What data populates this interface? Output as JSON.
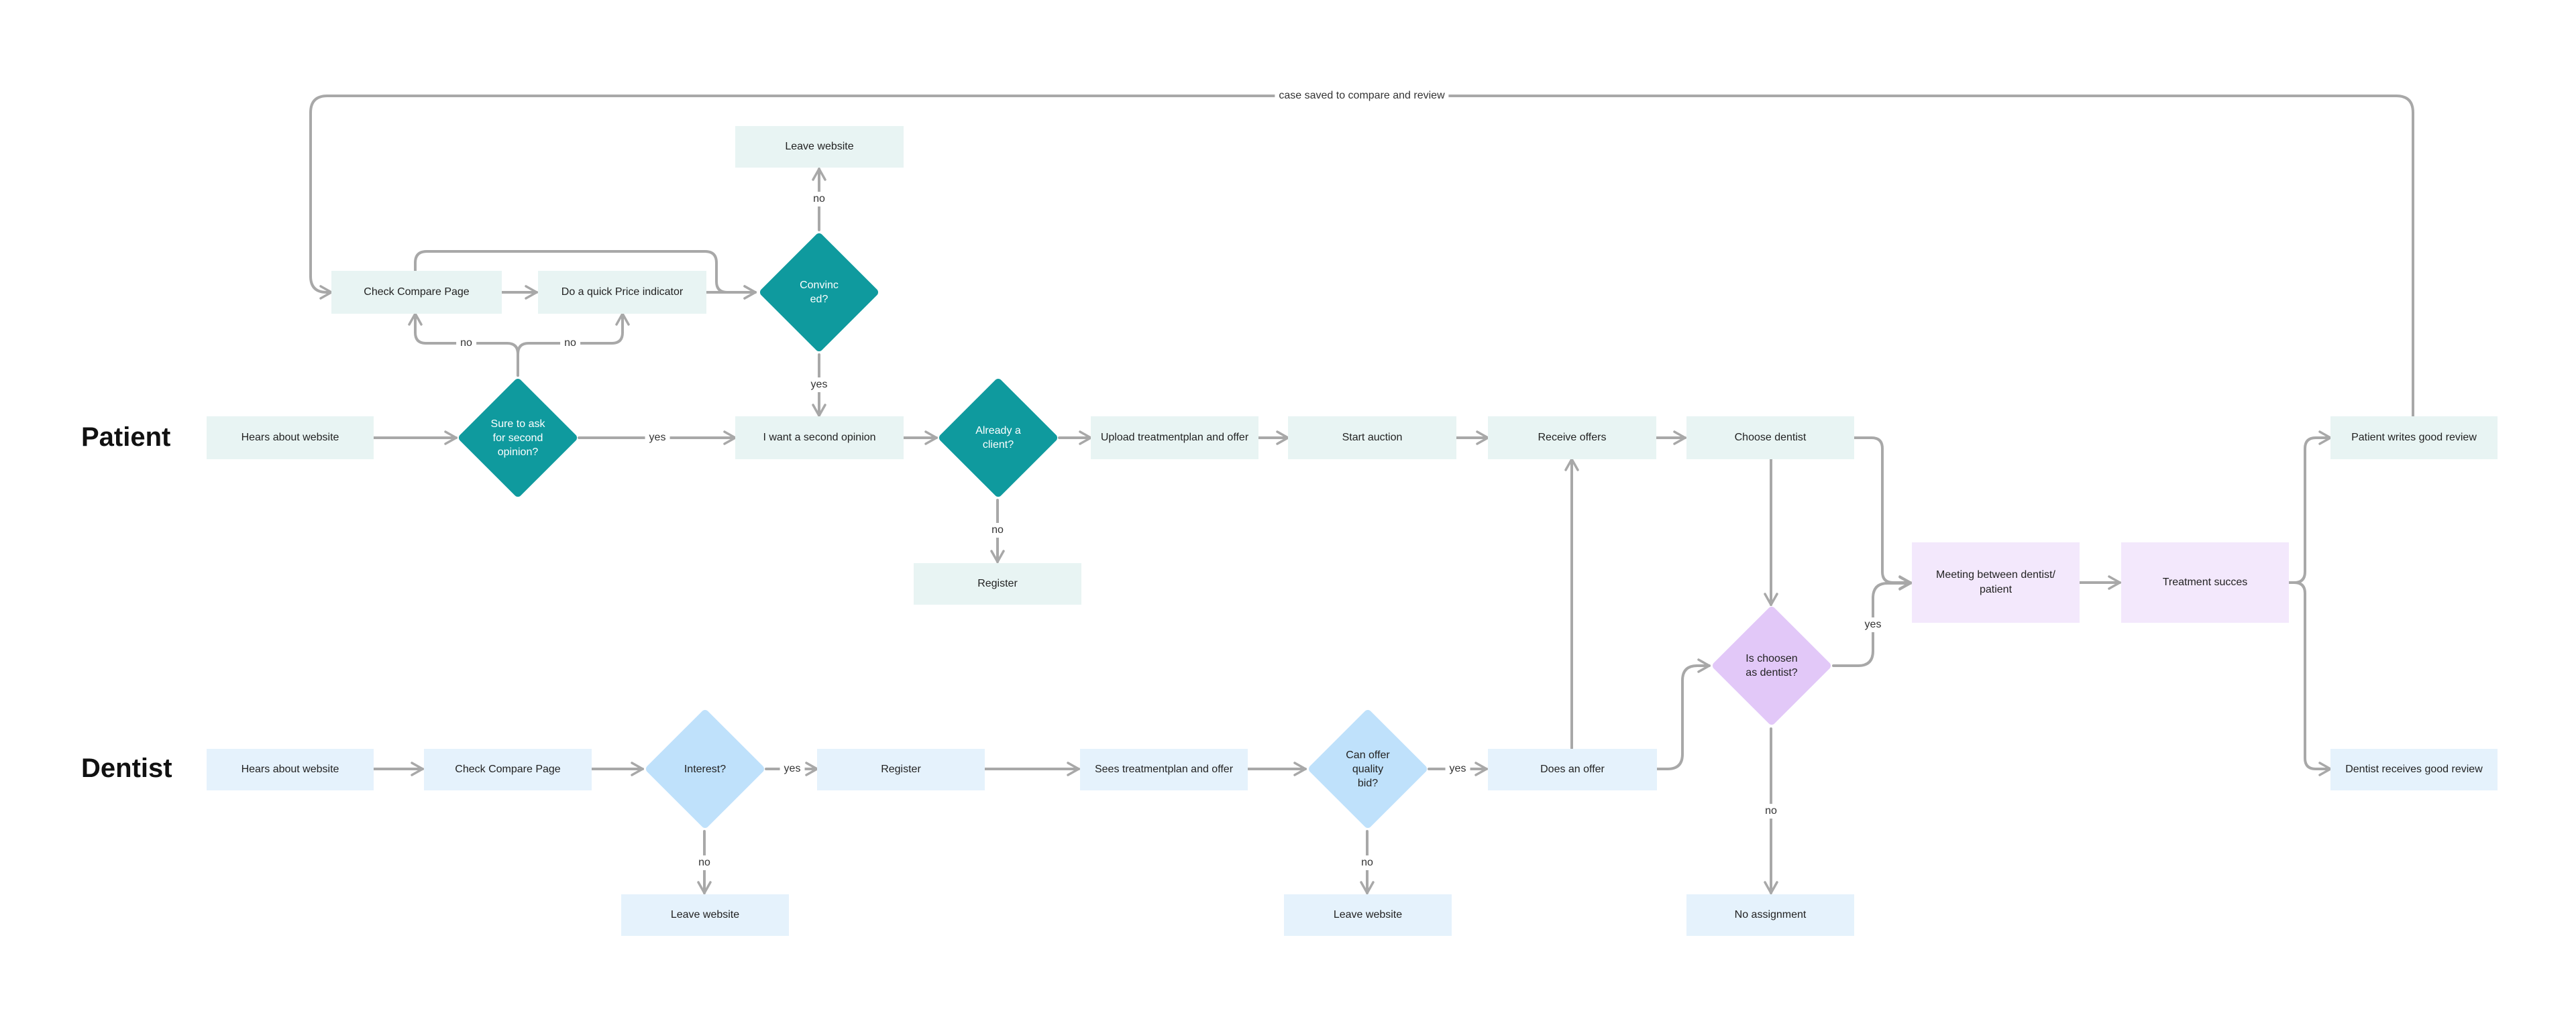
{
  "lanes": {
    "patient": "Patient",
    "dentist": "Dentist"
  },
  "nodes": {
    "p_hears": "Hears about website",
    "p_sure": "Sure to ask\nfor second\nopinion?",
    "p_compare": "Check Compare Page",
    "p_price": "Do a quick Price indicator",
    "p_convinced": "Convinc\ned?",
    "p_leave": "Leave website",
    "p_second": "I want a second opinion",
    "p_client": "Already a\nclient?",
    "p_register": "Register",
    "p_upload": "Upload treatmentplan and offer",
    "p_auction": "Start auction",
    "p_offers": "Receive offers",
    "p_choose": "Choose dentist",
    "m_meeting": "Meeting between dentist/\npatient",
    "m_success": "Treatment succes",
    "p_review": "Patient writes good review",
    "d_review": "Dentist receives good review",
    "d_chosen": "Is choosen\nas dentist?",
    "d_noassign": "No assignment",
    "d_hears": "Hears about website",
    "d_compare": "Check Compare Page",
    "d_interest": "Interest?",
    "d_leave1": "Leave website",
    "d_register": "Register",
    "d_sees": "Sees treatmentplan and offer",
    "d_quality": "Can offer\nquality\nbid?",
    "d_leave2": "Leave website",
    "d_offer": "Does an offer"
  },
  "labels": {
    "top_loop": "case saved to compare and review",
    "no_convinced": "no",
    "yes_convinced": "yes",
    "no_left": "no",
    "no_right": "no",
    "yes_sure": "yes",
    "no_client": "no",
    "yes_chosen": "yes",
    "no_chosen": "no",
    "yes_interest": "yes",
    "no_interest": "no",
    "yes_quality": "yes",
    "no_quality": "no"
  },
  "colors": {
    "patient_box": "#e8f4f3",
    "dentist_box": "#e5f2fc",
    "meeting_box": "#f3e8fc",
    "patient_decision": "#0f9a9e",
    "dentist_decision": "#bfe1fb",
    "meeting_decision": "#e2c8f8",
    "connector": "#a8a8a8"
  }
}
